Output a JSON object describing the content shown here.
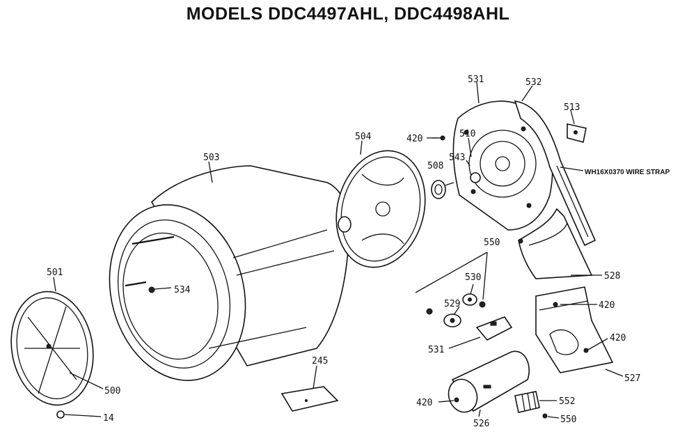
{
  "title": "MODELS DDC4497AHL, DDC4498AHL",
  "callouts": {
    "p245": "245",
    "p420a": "420",
    "p420b": "420",
    "p420c": "420",
    "p420d": "420",
    "p500": "500",
    "p501": "501",
    "p503": "503",
    "p504": "504",
    "p508": "508",
    "p510": "510",
    "p513": "513",
    "p526": "526",
    "p527": "527",
    "p528": "528",
    "p529": "529",
    "p530": "530",
    "p531": "531",
    "p532": "532",
    "p534": "534",
    "p543": "543",
    "p550a": "550",
    "p550b": "550",
    "p552": "552",
    "p14": "14",
    "p531top": "531"
  },
  "notes": {
    "wire_strap": "WH16X0370 WIRE STRAP"
  },
  "colors": {
    "ink": "#111111",
    "paper": "#ffffff"
  }
}
